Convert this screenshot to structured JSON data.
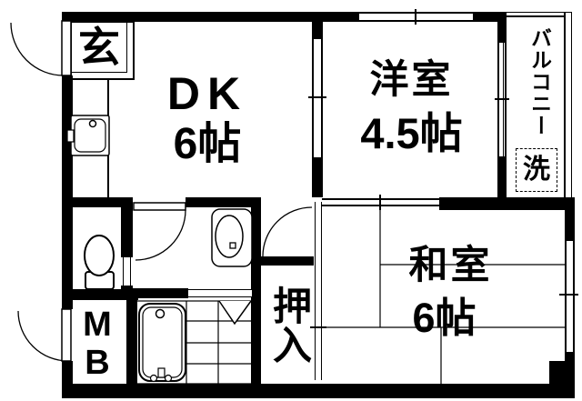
{
  "floorplan": {
    "entrance": {
      "label": "玄"
    },
    "dk": {
      "name": "DK",
      "size": "6帖"
    },
    "western_room": {
      "name": "洋室",
      "size": "4.5帖"
    },
    "japanese_room": {
      "name": "和室",
      "size": "6帖"
    },
    "balcony": {
      "name": "バルコニー"
    },
    "laundry": {
      "label": "洗"
    },
    "closet": {
      "label": "押入"
    },
    "meter_box": {
      "line1": "M",
      "line2": "B"
    },
    "colors": {
      "line": "#000000",
      "background": "#ffffff"
    }
  }
}
